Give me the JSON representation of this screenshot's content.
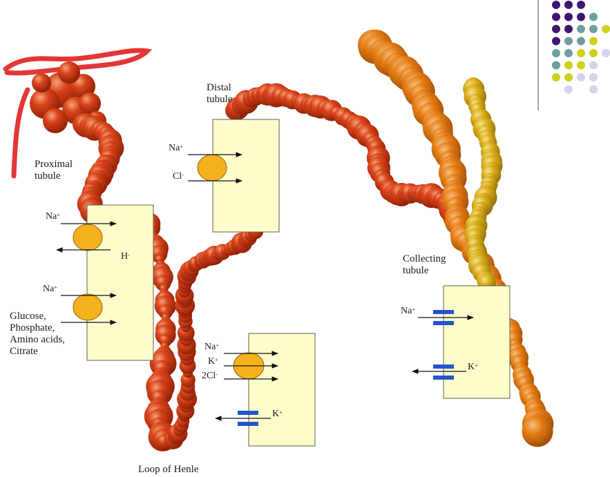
{
  "labels": {
    "proximal": "Proximal\ntubule",
    "distal": "Distal\ntubule",
    "collecting": "Collecting\ntubule",
    "henle": "Loop of Henle",
    "cotransport": "Glucose,\nPhosphate,\nAmino acids,\nCitrate"
  },
  "ions": {
    "prox_na1": {
      "base": "Na",
      "charge": "+"
    },
    "prox_h": {
      "base": "H",
      "charge": "-"
    },
    "prox_na2": {
      "base": "Na",
      "charge": "+"
    },
    "distal_na": {
      "base": "Na",
      "charge": "+"
    },
    "distal_cl": {
      "base": "Cl",
      "charge": "-"
    },
    "henle_na": {
      "base": "Na",
      "charge": "+"
    },
    "henle_k": {
      "base": "K",
      "charge": "+"
    },
    "henle_2cl": {
      "base": "2Cl",
      "charge": "-"
    },
    "henle_k_channel": {
      "base": "K",
      "charge": "+"
    },
    "coll_na": {
      "base": "Na",
      "charge": "+"
    },
    "coll_k": {
      "base": "K",
      "charge": "+"
    }
  },
  "colors": {
    "cell_fill": "#fdfccb",
    "transporter": "#f5b21c",
    "channel": "#2255cc",
    "tubule_red": "#c93512",
    "tubule_orange": "#e07a12",
    "tubule_gold": "#d9b21a",
    "deco_purple": "#3d1670",
    "deco_teal": "#6f9ea0",
    "deco_yellow": "#cfcf1e",
    "deco_lavender": "#d4d4ea",
    "pen_stroke": "#e02020"
  },
  "decoration": {
    "dot_grid": [
      [
        "purple",
        "purple",
        "purple",
        "none",
        "none"
      ],
      [
        "purple",
        "purple",
        "purple",
        "teal",
        "none"
      ],
      [
        "purple",
        "purple",
        "teal",
        "teal",
        "yellow"
      ],
      [
        "purple",
        "teal",
        "teal",
        "yellow",
        "none"
      ],
      [
        "teal",
        "teal",
        "yellow",
        "yellow",
        "lavender"
      ],
      [
        "teal",
        "yellow",
        "yellow",
        "lavender",
        "none"
      ],
      [
        "yellow",
        "yellow",
        "lavender",
        "lavender",
        "none"
      ],
      [
        "none",
        "lavender",
        "none",
        "lavender",
        "none"
      ]
    ]
  }
}
